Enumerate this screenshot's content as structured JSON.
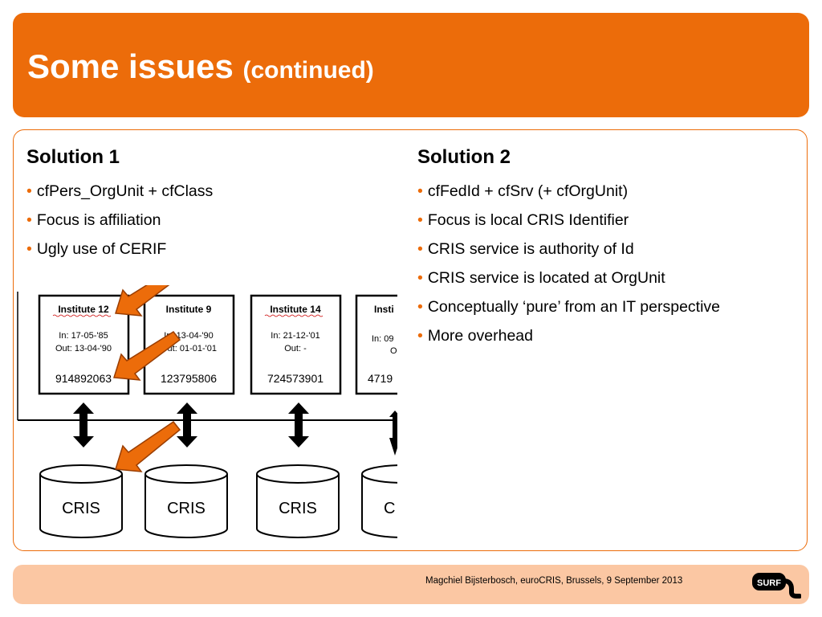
{
  "slide": {
    "title": "Some issues",
    "title_sub": "(continued)"
  },
  "solution1": {
    "heading": "Solution 1",
    "bullets": [
      "cfPers_OrgUnit + cfClass",
      "Focus is affiliation",
      "Ugly use of CERIF"
    ]
  },
  "solution2": {
    "heading": "Solution 2",
    "bullets": [
      "cfFedId + cfSrv (+ cfOrgUnit)",
      "Focus is local CRIS Identifier",
      "CRIS service is authority of Id",
      "CRIS service is located at OrgUnit",
      "Conceptually ‘pure’ from an IT perspective",
      "More overhead"
    ]
  },
  "diagram": {
    "institutes": [
      {
        "name": "Institute 12",
        "in": "In: 17-05-'85",
        "out": "Out: 13-04-'90",
        "id": "914892063"
      },
      {
        "name": "Institute 9",
        "in": "In: 13-04-'90",
        "out": "Out: 01-01-'01",
        "id": "123795806"
      },
      {
        "name": "Institute 14",
        "in": "In: 21-12-'01",
        "out": "Out: -",
        "id": "724573901"
      },
      {
        "name": "Insti",
        "in": "In: 09",
        "out": "O",
        "id": "4719"
      }
    ],
    "cris_labels": [
      "CRIS",
      "CRIS",
      "CRIS",
      "C"
    ]
  },
  "footer": {
    "text": "Magchiel Bijsterbosch, euroCRIS, Brussels, 9 September 2013",
    "logo_text": "SURF"
  },
  "colors": {
    "accent": "#ec6c0a",
    "footer_bg": "#fbc7a3"
  }
}
